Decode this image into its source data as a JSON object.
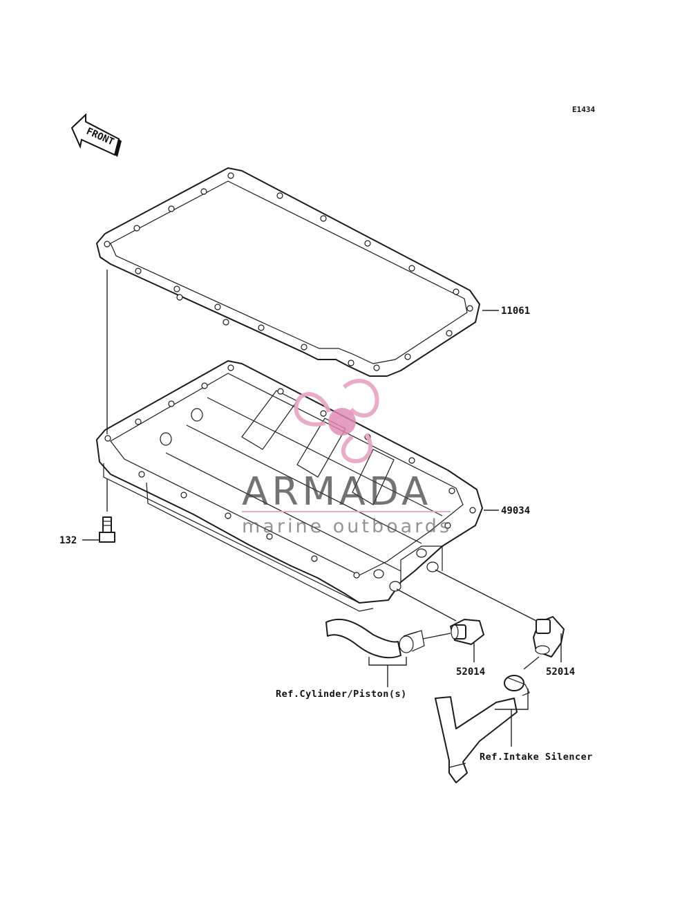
{
  "diagram_code": "E1434",
  "front_marker": "FRONT",
  "parts": {
    "gasket": "11061",
    "oil_pan": "49034",
    "bolt": "132",
    "fitting_left": "52014",
    "fitting_right": "52014"
  },
  "references": {
    "cylinder": "Ref.Cylinder/Piston(s)",
    "intake": "Ref.Intake Silencer"
  },
  "watermark": {
    "brand": "ARMADA",
    "tagline": "marine outboards",
    "logo_color": "#e8a4c4"
  }
}
